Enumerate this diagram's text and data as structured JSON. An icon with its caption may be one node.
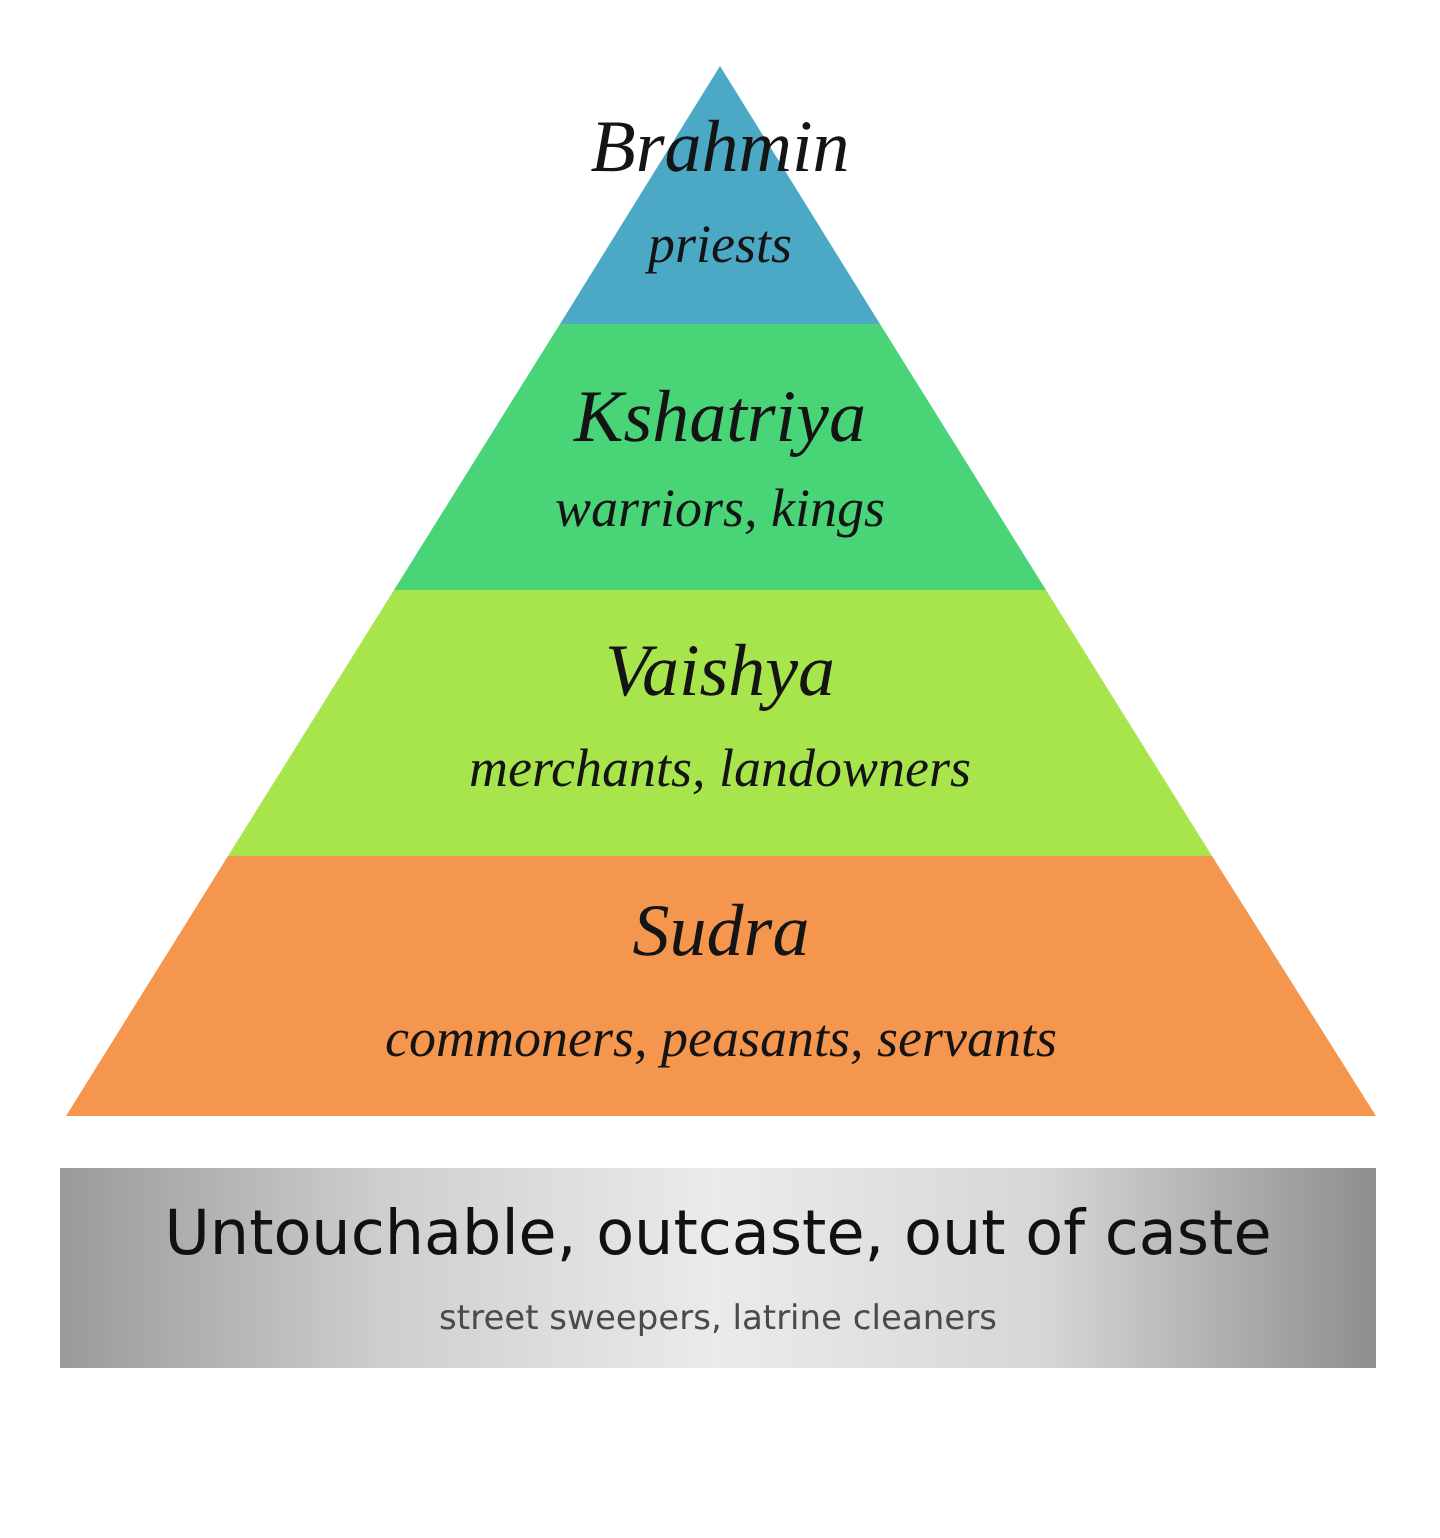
{
  "diagram": {
    "nodes": [
      {
        "text": [
          "Brahmin",
          "priests"
        ]
      },
      {
        "text": [
          "Kshatriya",
          "warriors, kings"
        ]
      },
      {
        "text": [
          "Vaishya",
          "merchants, landowners"
        ]
      },
      {
        "text": [
          "Sudra",
          "commoners, peasants, servants"
        ]
      },
      {
        "text": [
          "Untouchable, outcaste, out of caste",
          "street sweepers, latrine cleaners"
        ]
      }
    ]
  }
}
